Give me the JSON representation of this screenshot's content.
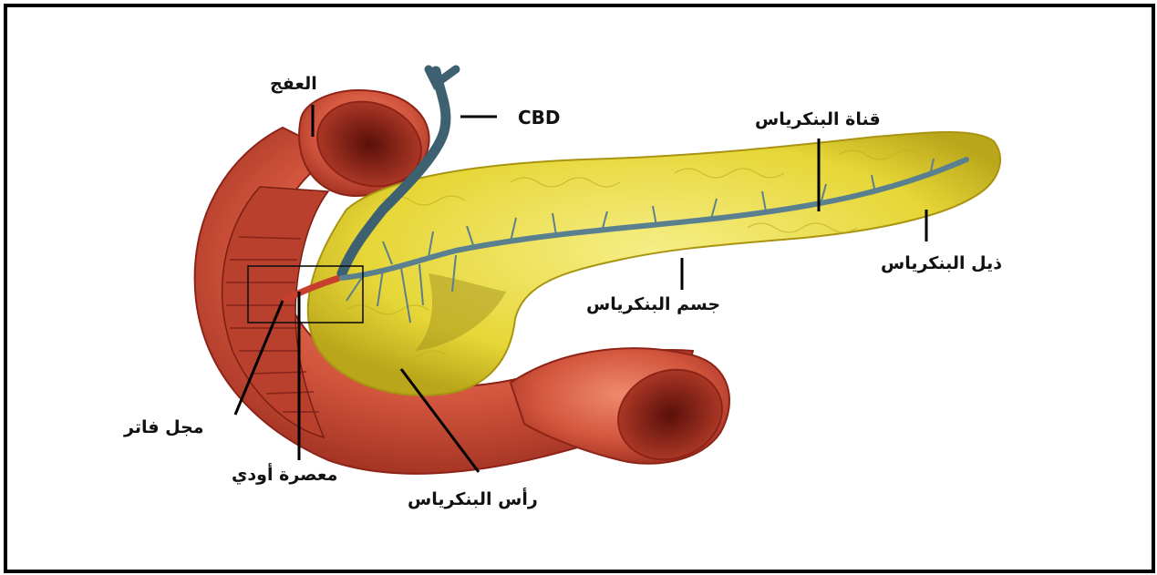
{
  "labels": {
    "duodenum_bulb": "العفج",
    "cbd": "CBD",
    "pancreatic_duct": "قناة البنكرياس",
    "tail": "ذيل البنكرياس",
    "body": "جسم البنكرياس",
    "ampulla": "مجل فاتر",
    "sphincter": "معصرة أودي",
    "head": "رأس البنكرياس"
  },
  "colors": {
    "frame": "#000000",
    "intestine": "#d2553d",
    "intestine_dark": "#8e2318",
    "pancreas": "#e6d637",
    "pancreas_light": "#f4ec7a",
    "duct": "#5a7f8f",
    "leader": "#000000"
  }
}
